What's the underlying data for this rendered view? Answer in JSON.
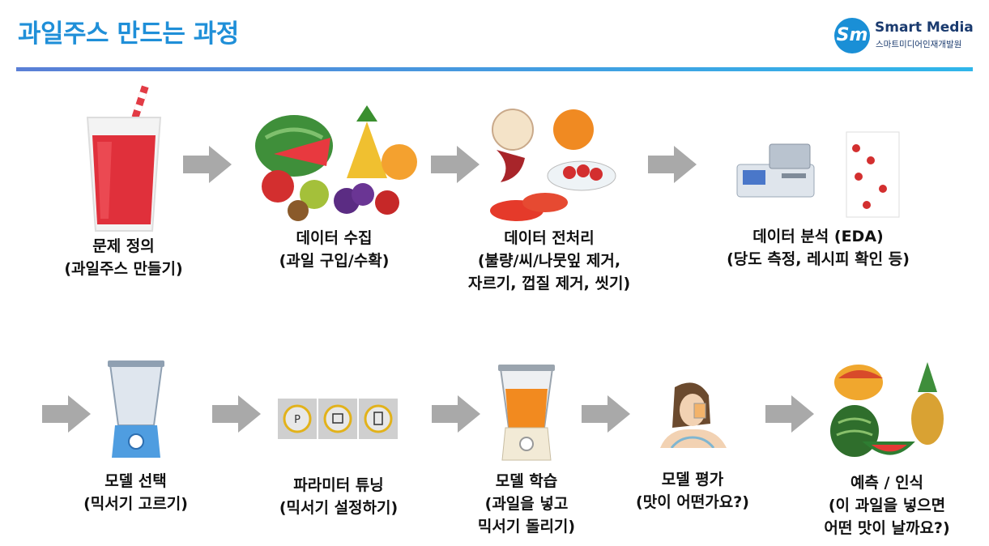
{
  "title": "과일주스 만드는 과정",
  "logo": {
    "mark": "Sm",
    "name": "Smart Media",
    "subtitle": "스마트미디어인재개발원"
  },
  "steps": [
    {
      "line1": "문제 정의",
      "line2": "(과일주스 만들기)",
      "line3": ""
    },
    {
      "line1": "데이터 수집",
      "line2": "(과일 구입/수확)",
      "line3": ""
    },
    {
      "line1": "데이터 전처리",
      "line2": "(불량/씨/나뭇잎 제거,",
      "line3": "자르기, 껍질 제거, 씻기)"
    },
    {
      "line1": "데이터 분석 (EDA)",
      "line2": "(당도 측정, 레시피 확인 등)",
      "line3": ""
    },
    {
      "line1": "모델 선택",
      "line2": "(믹서기 고르기)",
      "line3": ""
    },
    {
      "line1": "파라미터 튜닝",
      "line2": "(믹서기 설정하기)",
      "line3": ""
    },
    {
      "line1": "모델 학습",
      "line2": "(과일을 넣고",
      "line3": "믹서기 돌리기)"
    },
    {
      "line1": "모델 평가",
      "line2": "(맛이 어떤가요?)",
      "line3": ""
    },
    {
      "line1": "예측 / 인식",
      "line2": "(이 과일을 넣으면",
      "line3": "어떤 맛이 날까요?)"
    }
  ],
  "colors": {
    "title": "#1f8fd8",
    "arrow": "#a9a9a9",
    "rule_start": "#5a7fd6",
    "rule_end": "#2fb6ea"
  },
  "icons": [
    "juice-glass-icon",
    "fruit-pile-icon",
    "peeled-fruit-icon",
    "analysis-instruments-icon",
    "blender-icon",
    "blender-buttons-icon",
    "blender-orange-icon",
    "drinking-woman-icon",
    "fruits-icon"
  ]
}
